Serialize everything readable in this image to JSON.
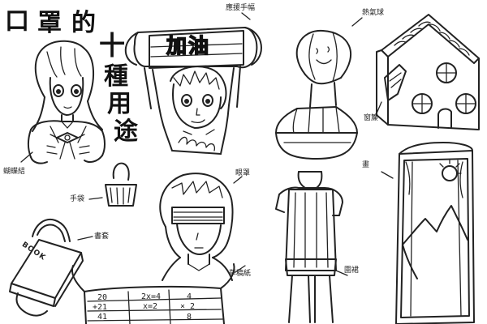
{
  "title": {
    "char_1": "口",
    "char_2": "罩",
    "char_3": "的",
    "char_4": "十",
    "char_5": "種",
    "char_6": "用",
    "char_7": "途"
  },
  "banner": {
    "text": "加油"
  },
  "book": {
    "text": "BOOK"
  },
  "labels": {
    "bow_tie": "蝴蝶結",
    "handbag": "手袋",
    "book_cover": "書套",
    "cheer_sign": "應援手幅",
    "hot_air_balloon": "熱氣球",
    "blindfold": "眼罩",
    "curtain": "窗簾",
    "apron": "圍裙",
    "painting": "畫",
    "scratch_paper": "草稿紙"
  },
  "scratch": {
    "row1": [
      "20",
      "2x=4",
      "4"
    ],
    "row2": [
      "+21",
      "x=2",
      "× 2"
    ],
    "row3": [
      "41",
      "",
      "8"
    ]
  }
}
